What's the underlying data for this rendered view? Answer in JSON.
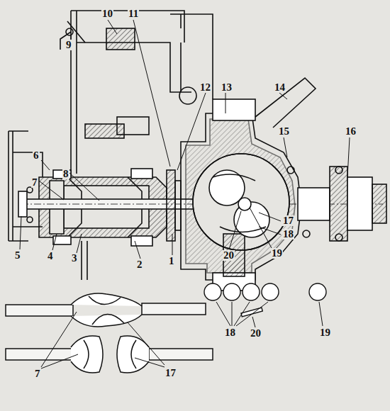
{
  "diagram": {
    "labels": [
      "1",
      "2",
      "3",
      "4",
      "5",
      "6",
      "7",
      "8",
      "9",
      "10",
      "11",
      "12",
      "13",
      "14",
      "15",
      "16",
      "17",
      "18",
      "19",
      "20",
      "7",
      "17",
      "18",
      "20",
      "19"
    ]
  }
}
